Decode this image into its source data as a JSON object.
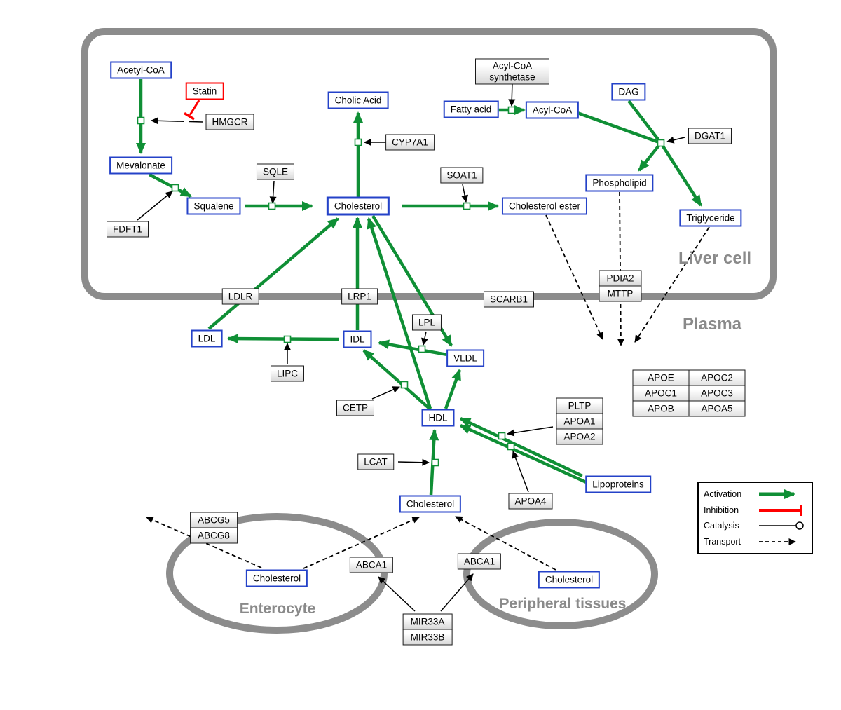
{
  "compartments": {
    "liver_cell": "Liver cell",
    "plasma": "Plasma",
    "enterocyte": "Enterocyte",
    "peripheral_tissues": "Peripheral tissues"
  },
  "metabolites": {
    "acetyl_coa": "Acetyl-CoA",
    "mevalonate": "Mevalonate",
    "squalene": "Squalene",
    "cholic_acid": "Cholic Acid",
    "cholesterol_liver": "Cholesterol",
    "fatty_acid": "Fatty acid",
    "acyl_coa": "Acyl-CoA",
    "dag": "DAG",
    "phospholipid": "Phospholipid",
    "cholesterol_ester": "Cholesterol ester",
    "triglyceride": "Triglyceride",
    "ldl": "LDL",
    "idl": "IDL",
    "vldl": "VLDL",
    "hdl": "HDL",
    "lipoproteins": "Lipoproteins",
    "cholesterol_plasma": "Cholesterol",
    "cholesterol_enterocyte": "Cholesterol",
    "cholesterol_peripheral": "Cholesterol"
  },
  "drugs": {
    "statin": "Statin"
  },
  "enzymes": {
    "hmgcr": "HMGCR",
    "sqle": "SQLE",
    "fdft1": "FDFT1",
    "cyp7a1": "CYP7A1",
    "soat1": "SOAT1",
    "acyl_coa_synthetase": "Acyl-CoA synthetase",
    "dgat1": "DGAT1",
    "pdia2": "PDIA2",
    "mttp": "MTTP",
    "ldlr": "LDLR",
    "lrp1": "LRP1",
    "scarb1": "SCARB1",
    "lpl": "LPL",
    "lipc": "LIPC",
    "cetp": "CETP",
    "lcat": "LCAT",
    "pltp": "PLTP",
    "apoa1": "APOA1",
    "apoa2": "APOA2",
    "apoa4": "APOA4",
    "apoe": "APOE",
    "apoc1": "APOC1",
    "apob": "APOB",
    "apoc2": "APOC2",
    "apoc3": "APOC3",
    "apoa5": "APOA5",
    "abcg5": "ABCG5",
    "abcg8": "ABCG8",
    "abca1_enterocyte": "ABCA1",
    "abca1_peripheral": "ABCA1",
    "mir33a": "MIR33A",
    "mir33b": "MIR33B"
  },
  "legend": {
    "activation": "Activation",
    "inhibition": "Inhibition",
    "catalysis": "Catalysis",
    "transport": "Transport"
  },
  "colors": {
    "activation_green": "#0f8f35",
    "inhibition_red": "#ff0000",
    "metabolite_border_blue": "#2442c8",
    "compartment_gray": "#8c8c8c"
  }
}
